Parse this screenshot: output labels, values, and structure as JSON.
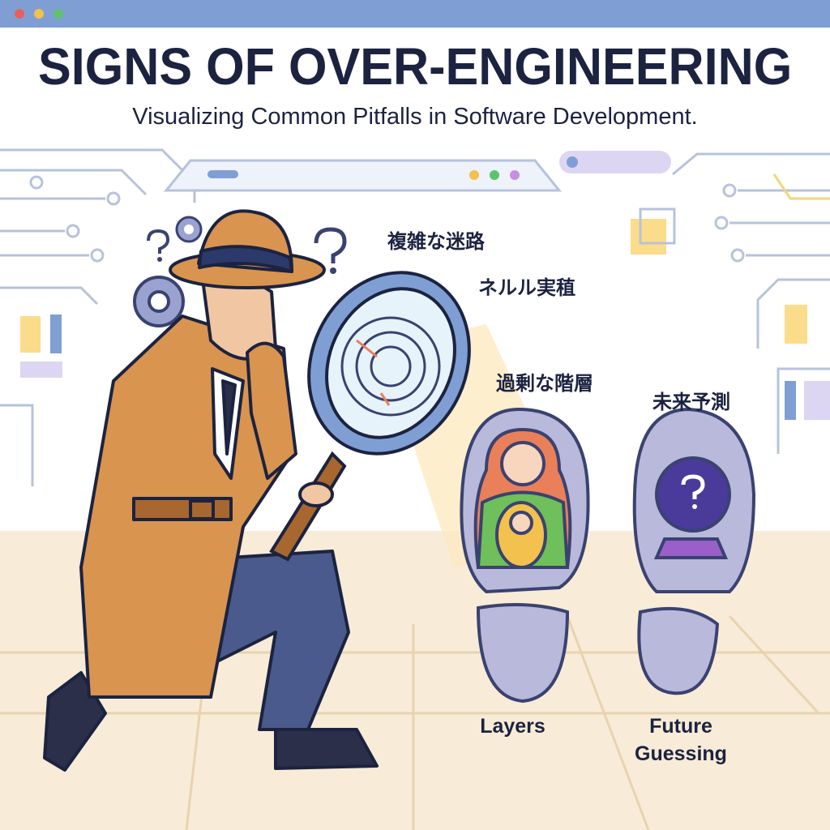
{
  "window": {
    "controls": [
      "close",
      "minimize",
      "maximize"
    ],
    "colors": {
      "bar": "#7f9fd4",
      "close": "#e9605a",
      "minimize": "#f2c14e",
      "maximize": "#5cc46e"
    }
  },
  "title": "SIGNS OF OVER-ENGINEERING",
  "subtitle": "Visualizing Common Pitfalls in Software Development.",
  "labels_jp": {
    "maze": "複雑な迷路",
    "null": "ネルル実稙",
    "layers": "過剰な階層",
    "future": "未来予測"
  },
  "footprints": [
    {
      "label": "Layers",
      "icon": "matryoshka-doll-icon"
    },
    {
      "label": "Future Guessing",
      "label_line1": "Future",
      "label_line2": "Guessing",
      "icon": "crystal-ball-icon"
    }
  ],
  "illustration": {
    "figure": "detective-with-magnifying-glass",
    "lens_content": "maze-icon"
  },
  "colors": {
    "coat": "#d9944f",
    "trousers": "#4a5a8c",
    "footprint": "#b9b9dc",
    "floor": "#f8ecd8",
    "ink": "#1c2340"
  }
}
